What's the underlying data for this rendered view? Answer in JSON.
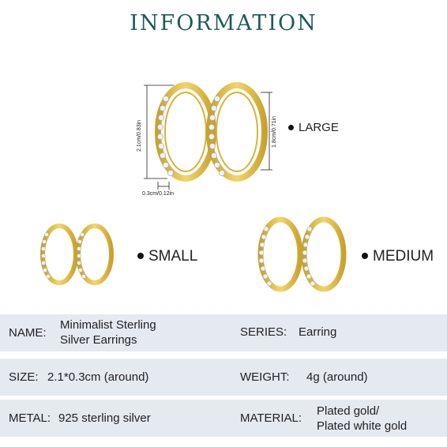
{
  "header": {
    "title": "INFORMATION"
  },
  "diagram": {
    "sizes": {
      "large": "LARGE",
      "small": "SMALL",
      "medium": "MEDIUM"
    },
    "dimensions": {
      "large_outer": "2.1cm/0.83in",
      "large_inner": "1.8cm/0.71in",
      "width": "0.3cm/0.12in"
    },
    "colors": {
      "gold": "#e8c34a",
      "gold_dark": "#c9a22e",
      "stone": "#eef2f6"
    }
  },
  "specs": {
    "name_label": "NAME:",
    "name_value_line1": "Minimalist Sterling",
    "name_value_line2": "Silver Earrings",
    "series_label": "SERIES:",
    "series_value": "Earring",
    "size_label": "SIZE:",
    "size_value": "2.1*0.3cm (around)",
    "weight_label": "WEIGHT:",
    "weight_value": "4g (around)",
    "metal_label": "METAL:",
    "metal_value": "925 sterling silver",
    "material_label": "MATERIAL:",
    "material_value_line1": "Plated gold/",
    "material_value_line2": "Plated white gold"
  }
}
